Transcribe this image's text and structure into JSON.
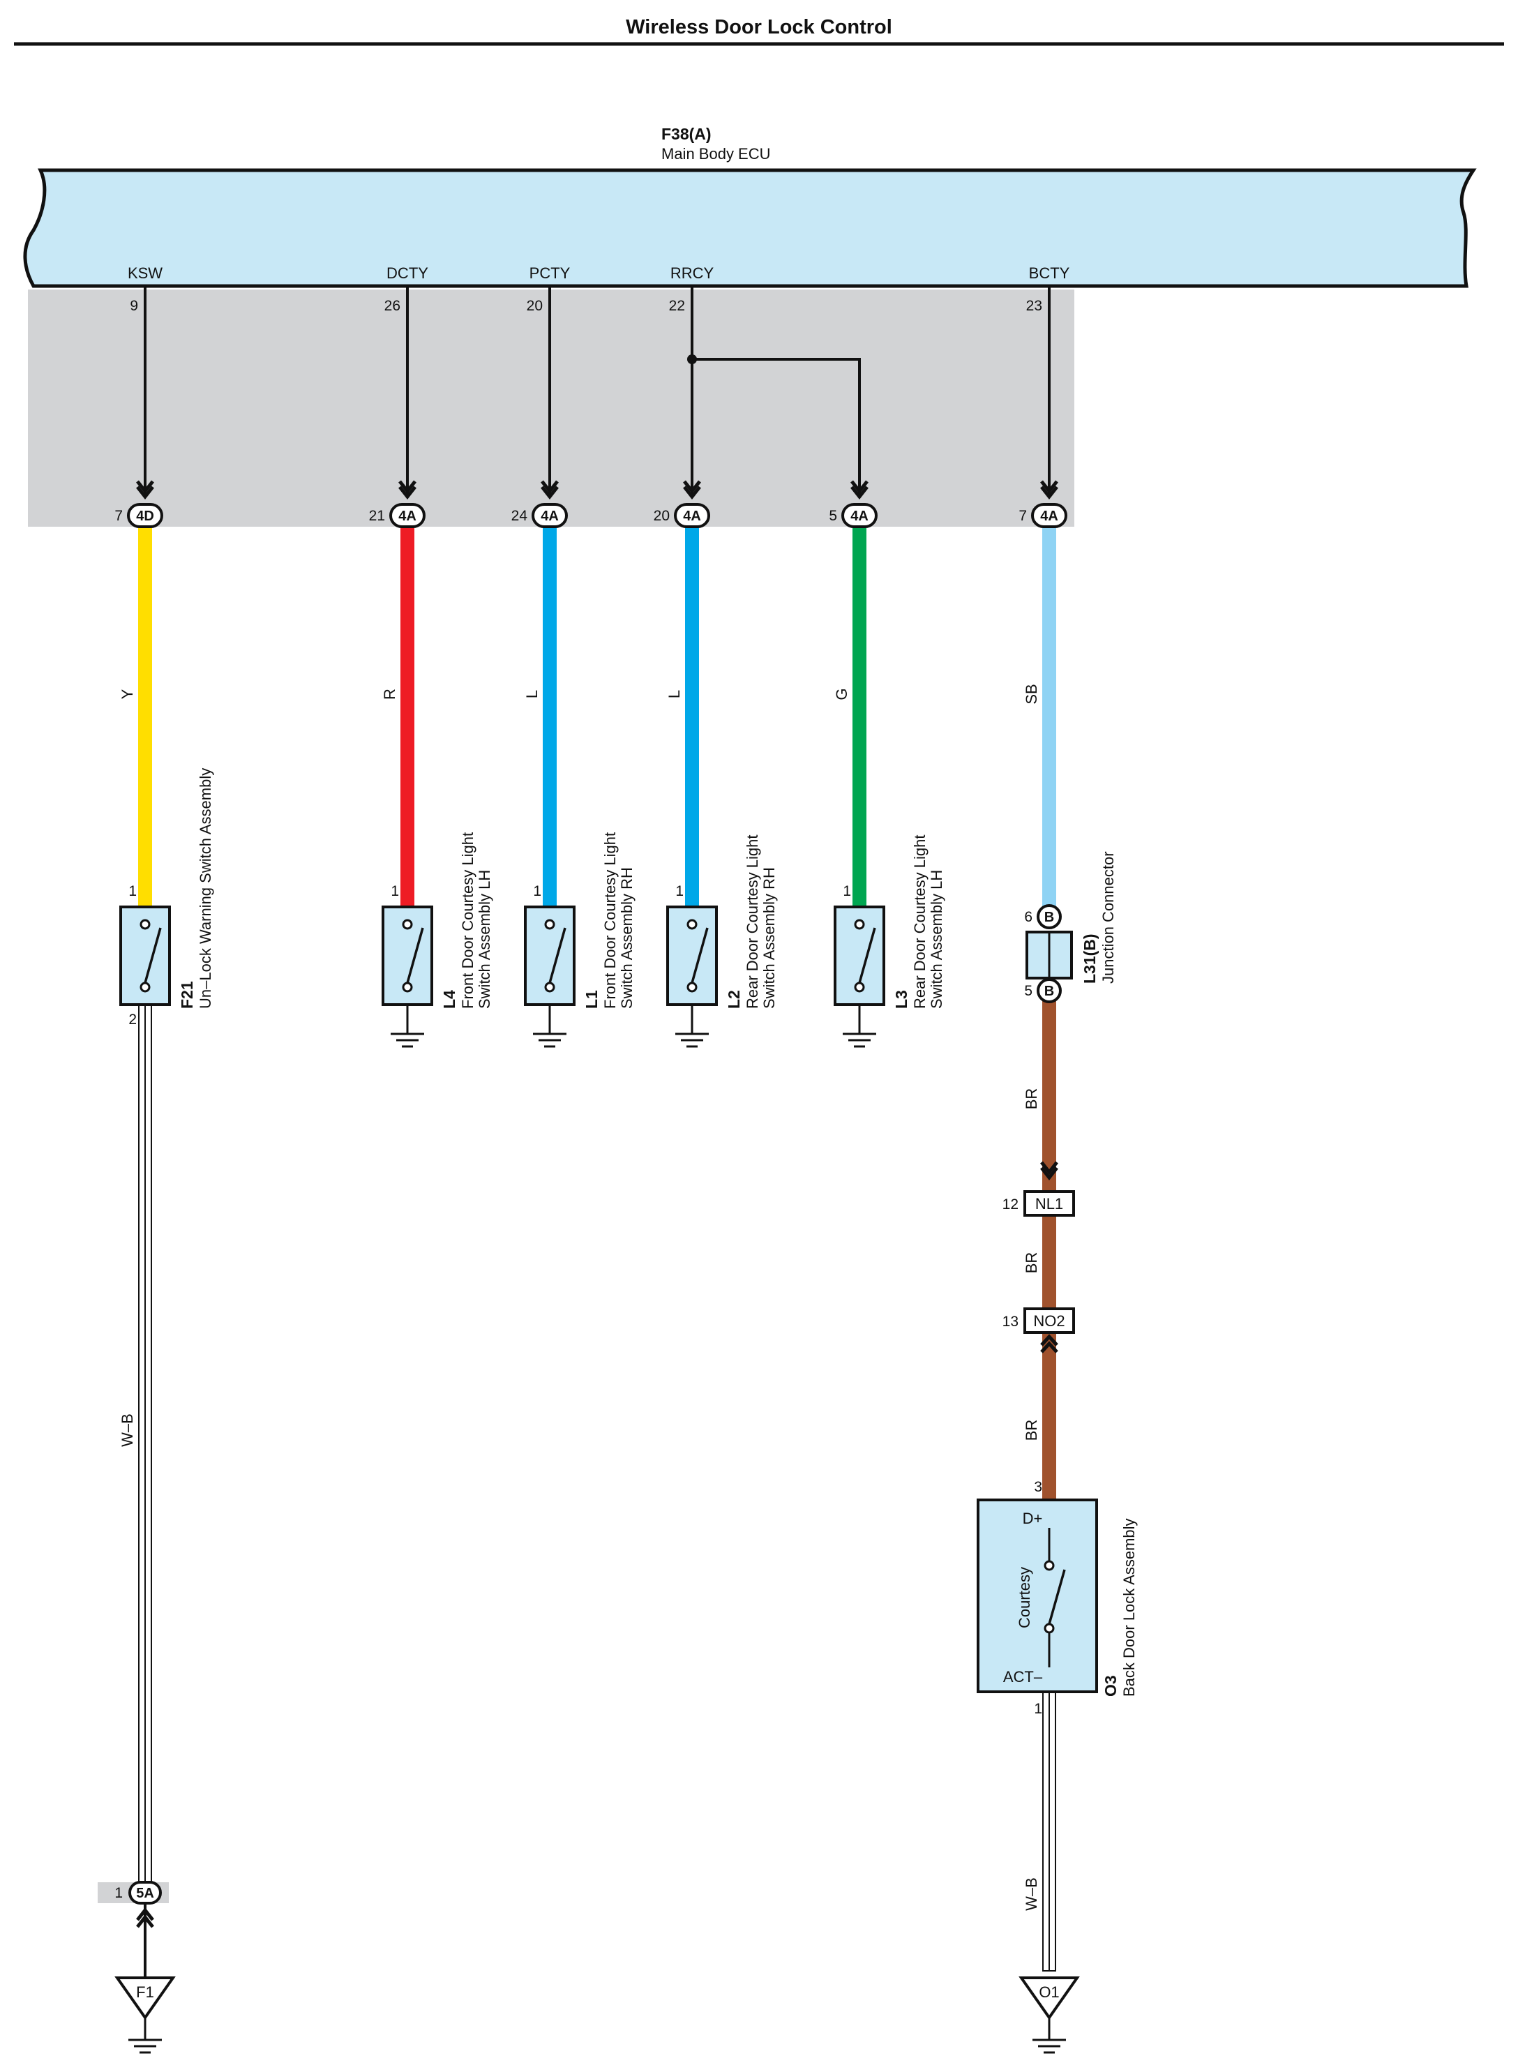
{
  "title": "Wireless Door Lock Control",
  "ecu": {
    "code": "F38(A)",
    "name": "Main Body ECU"
  },
  "ecu_terminals": [
    {
      "name": "KSW",
      "pin": "9"
    },
    {
      "name": "DCTY",
      "pin": "26"
    },
    {
      "name": "PCTY",
      "pin": "20"
    },
    {
      "name": "RRCY",
      "pin": "22"
    },
    {
      "name": "BCTY",
      "pin": "23"
    }
  ],
  "connectors": [
    {
      "pin": "7",
      "code": "4D"
    },
    {
      "pin": "21",
      "code": "4A"
    },
    {
      "pin": "24",
      "code": "4A"
    },
    {
      "pin": "20",
      "code": "4A"
    },
    {
      "pin": "5",
      "code": "4A"
    },
    {
      "pin": "7",
      "code": "4A"
    }
  ],
  "wires": [
    {
      "label": "Y",
      "color": "#ffde00"
    },
    {
      "label": "R",
      "color": "#ee1c25"
    },
    {
      "label": "L",
      "color": "#00a8e8"
    },
    {
      "label": "L",
      "color": "#00a8e8"
    },
    {
      "label": "G",
      "color": "#00a651"
    },
    {
      "label": "SB",
      "color": "#8fd3f4"
    }
  ],
  "switches": [
    {
      "code": "F21",
      "name": "Un–Lock Warning Switch Assembly",
      "pin_top": "1",
      "pin_bottom": "2"
    },
    {
      "code": "L4",
      "name": "Front Door Courtesy Light",
      "name2": "Switch Assembly LH",
      "pin_top": "1"
    },
    {
      "code": "L1",
      "name": "Front Door Courtesy Light",
      "name2": "Switch Assembly RH",
      "pin_top": "1"
    },
    {
      "code": "L2",
      "name": "Rear Door Courtesy Light",
      "name2": "Switch Assembly RH",
      "pin_top": "1"
    },
    {
      "code": "L3",
      "name": "Rear Door Courtesy Light",
      "name2": "Switch Assembly LH",
      "pin_top": "1"
    }
  ],
  "junction": {
    "code": "L31(B)",
    "name": "Junction Connector",
    "letter": "B",
    "pin_top": "6",
    "pin_bottom": "5"
  },
  "wire_br": "BR",
  "wire_wb": "W–B",
  "inline_connectors": [
    {
      "pin": "12",
      "code": "NL1"
    },
    {
      "pin": "13",
      "code": "NO2"
    }
  ],
  "back_door": {
    "code": "O3",
    "name": "Back Door Lock Assembly",
    "terminal_top": "D+",
    "terminal_bottom": "ACT–",
    "inner_label": "Courtesy",
    "pin_top": "3",
    "pin_bottom": "1"
  },
  "ground_connector": {
    "pin": "1",
    "code": "5A"
  },
  "grounds": [
    "F1",
    "O1"
  ],
  "colors": {
    "ecu_fill": "#c8e8f6",
    "shade_fill": "#d2d3d5",
    "brown": "#a0522d"
  }
}
